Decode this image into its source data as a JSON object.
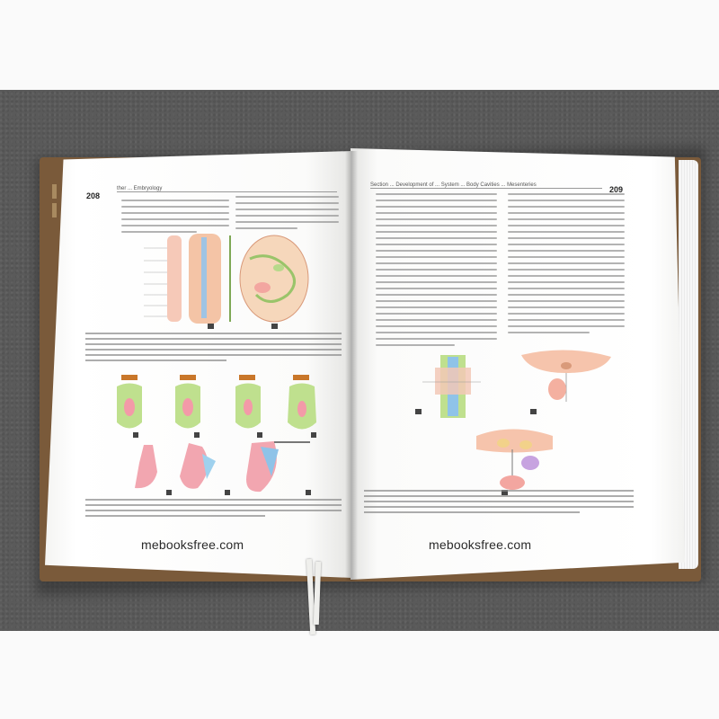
{
  "scene": {
    "description_kind": "photo-of-open-book"
  },
  "book": {
    "left_page": {
      "page_number": "208",
      "running_header": "ther ... Embryology",
      "footer_url": "mebooksfree.com"
    },
    "right_page": {
      "page_number": "209",
      "running_header": "Section ... Development of ... System ... Body Cavities ... Mesenteries",
      "footer_url": "mebooksfree.com"
    }
  },
  "colors": {
    "page": "#ffffff",
    "text_gray": "#8a8a8a",
    "tissue_pink": "#f2b8a8",
    "tissue_green": "#b9d98a",
    "tissue_blue": "#8fc3e8",
    "tissue_orange": "#f2c79a",
    "background": "#5a5a5a"
  }
}
